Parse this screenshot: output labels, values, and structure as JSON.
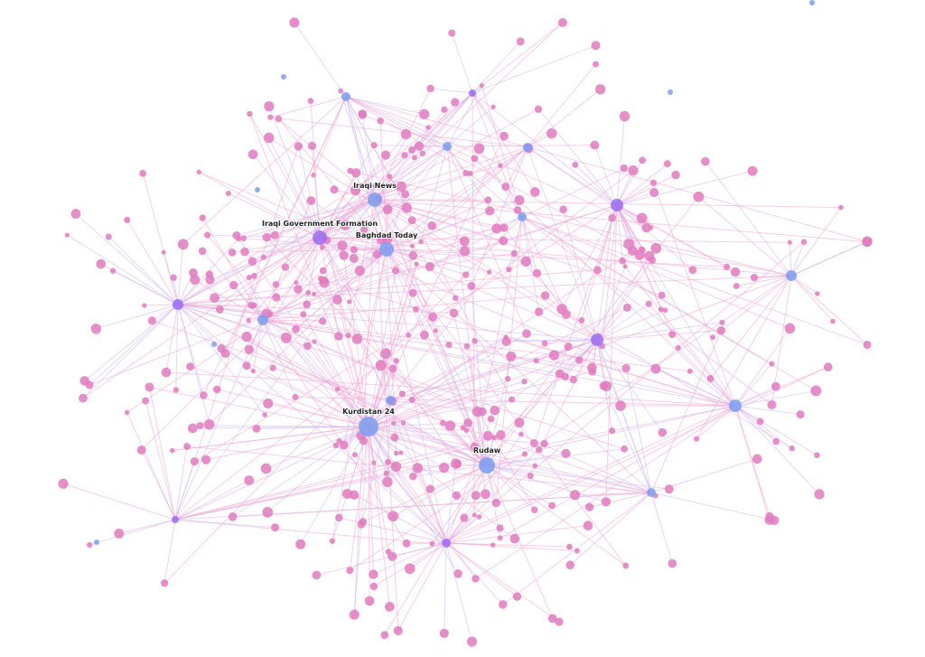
{
  "colors": {
    "source": "#7b9cf0",
    "topic": "#9b6cf0",
    "entity": "#e07bbf",
    "edge_pink": "#f2a6d2",
    "edge_purple": "#c9b8f7"
  },
  "hubs": [
    {
      "label": "Kurdistan 24",
      "type": "source",
      "degree": 60
    },
    {
      "label": "Rudaw",
      "type": "source",
      "degree": 40
    },
    {
      "label": "Iraqi Government Formation",
      "type": "topic",
      "degree": 35
    },
    {
      "label": "Iraqi News",
      "type": "source",
      "degree": 25
    },
    {
      "label": "Baghdad Today",
      "type": "source",
      "degree": 25
    },
    {
      "label": "",
      "type": "topic",
      "degree": 30
    },
    {
      "label": "",
      "type": "topic",
      "degree": 30
    },
    {
      "label": "",
      "type": "topic",
      "degree": 30
    },
    {
      "label": "",
      "type": "topic",
      "degree": 30
    },
    {
      "label": "",
      "type": "topic",
      "degree": 12
    },
    {
      "label": "",
      "type": "topic",
      "degree": 12
    },
    {
      "label": "",
      "type": "source",
      "degree": 16
    },
    {
      "label": "",
      "type": "source",
      "degree": 18
    },
    {
      "label": "",
      "type": "source",
      "degree": 10
    },
    {
      "label": "",
      "type": "source",
      "degree": 8
    },
    {
      "label": "",
      "type": "source",
      "degree": 8
    },
    {
      "label": "",
      "type": "source",
      "degree": 8
    },
    {
      "label": "",
      "type": "source",
      "degree": 6
    },
    {
      "label": "",
      "type": "source",
      "degree": 8
    },
    {
      "label": "",
      "type": "source",
      "degree": 6
    }
  ]
}
